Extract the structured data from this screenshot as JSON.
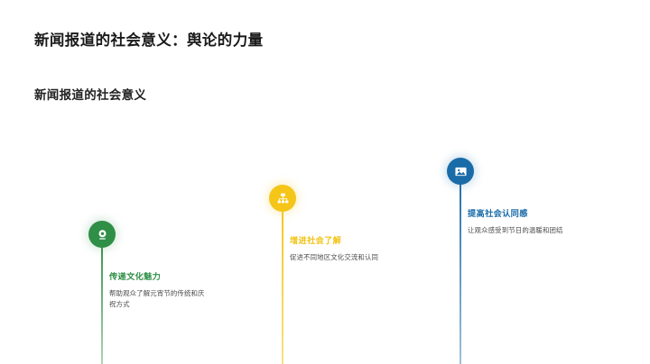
{
  "slide": {
    "title": "新闻报道的社会意义：舆论的力量",
    "subtitle": "新闻报道的社会意义",
    "background_color": "#ffffff",
    "title_color": "#1a1a1a"
  },
  "timeline": {
    "items": [
      {
        "icon": "webcam-icon",
        "heading": "传递文化魅力",
        "description": "帮助观众了解元宵节的传统和庆祝方式",
        "color": "#2f8f46"
      },
      {
        "icon": "sitemap-icon",
        "heading": "增进社会了解",
        "description": "促进不同地区文化交流和认同",
        "color": "#f5c518"
      },
      {
        "icon": "image-icon",
        "heading": "提高社会认同感",
        "description": "让观众感受到节日的温暖和团结",
        "color": "#1a6ca8"
      }
    ]
  }
}
